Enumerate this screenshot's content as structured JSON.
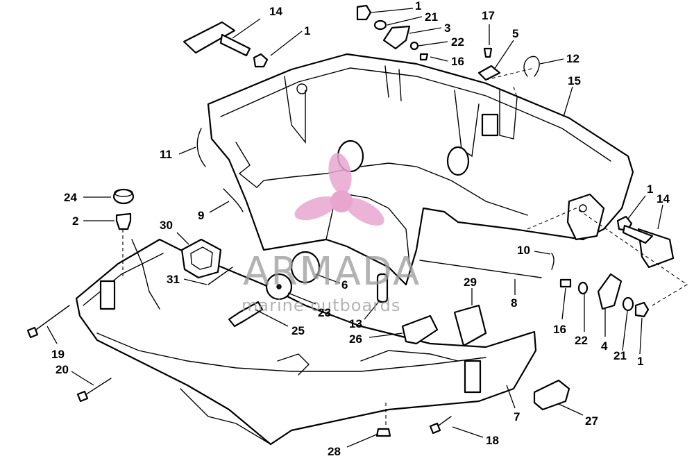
{
  "watermark": {
    "brand": "ARMADA",
    "tagline": "marine outboards",
    "logo_color": "#e8a6cf"
  },
  "callouts": {
    "c1a": "1",
    "c21a": "21",
    "c3": "3",
    "c22a": "22",
    "c16a": "16",
    "c14a": "14",
    "c1b": "1",
    "c17": "17",
    "c5": "5",
    "c12": "12",
    "c15": "15",
    "c11": "11",
    "c9": "9",
    "c24": "24",
    "c2": "2",
    "c30": "30",
    "c1c": "1",
    "c14b": "14",
    "c10": "10",
    "c31": "31",
    "c6": "6",
    "c23": "23",
    "c8": "8",
    "c29": "29",
    "c25": "25",
    "c13": "13",
    "c26": "26",
    "c16b": "16",
    "c22b": "22",
    "c4": "4",
    "c21b": "21",
    "c1d": "1",
    "c19": "19",
    "c20": "20",
    "c7": "7",
    "c27": "27",
    "c18": "18",
    "c28": "28"
  }
}
